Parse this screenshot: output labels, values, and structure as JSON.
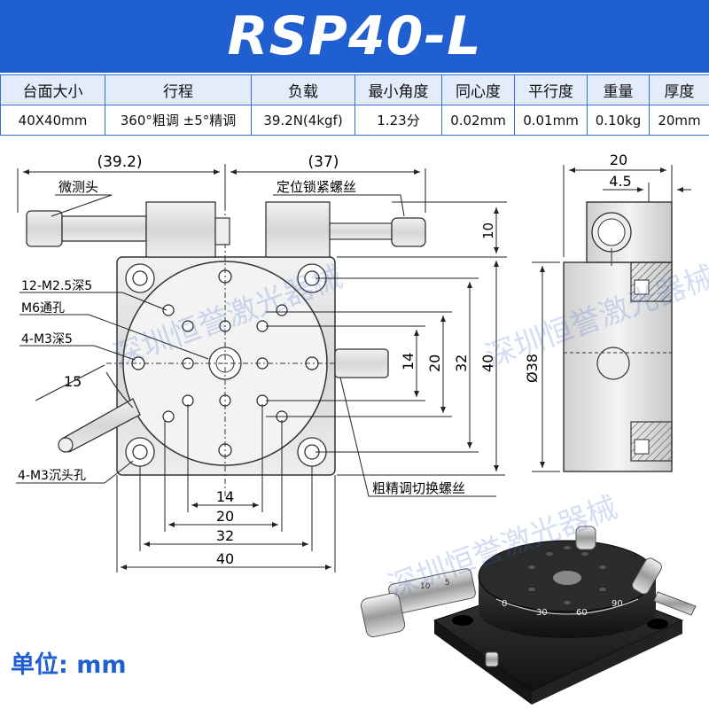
{
  "title": "RSP40-L",
  "spec_table": {
    "headers": [
      "台面大小",
      "行程",
      "负载",
      "最小角度",
      "同心度",
      "平行度",
      "重量",
      "厚度"
    ],
    "values": [
      "40X40mm",
      "360°粗调 ±5°精调",
      "39.2N(4kgf)",
      "1.23分",
      "0.02mm",
      "0.01mm",
      "0.10kg",
      "20mm"
    ]
  },
  "drawing": {
    "dim_left_top": "(39.2)",
    "dim_right_top": "(37)",
    "label_micrometer": "微测头",
    "label_locking_screw": "定位锁紧螺丝",
    "label_m25": "12-M2.5深5",
    "label_m6": "M6通孔",
    "label_m3_depth": "4-M3深5",
    "label_m3_countersunk": "4-M3沉头孔",
    "label_switch_screw": "粗精调切换螺丝",
    "dim_15": "15",
    "dim_10": "10",
    "dims_bottom": [
      "14",
      "20",
      "32",
      "40"
    ],
    "dims_right": [
      "14",
      "20",
      "32",
      "40"
    ],
    "side_dim_20": "20",
    "side_dim_45": "4.5",
    "side_dim_dia": "Ø38"
  },
  "photo": {
    "scale_labels": [
      "0",
      "30",
      "60",
      "90"
    ],
    "micrometer_marks": [
      "10",
      "5"
    ]
  },
  "watermark": "深圳恒誉激光器械",
  "unit_label": "单位: mm",
  "colors": {
    "brand_blue": "#1f5fd0",
    "table_head_bg": "#e3ecfb"
  }
}
